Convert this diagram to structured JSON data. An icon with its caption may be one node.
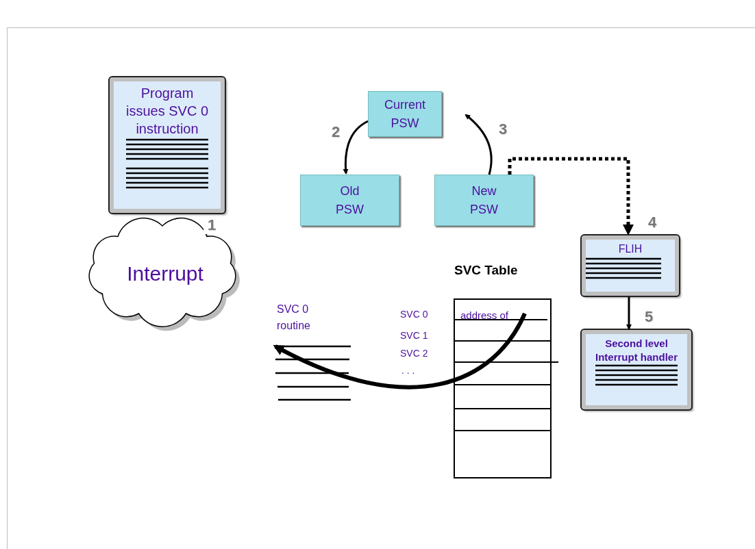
{
  "diagram": {
    "nodes": [
      {
        "text": [
          "Program issues SVC 0 instruction"
        ]
      },
      {
        "text": [
          "Interrupt"
        ]
      },
      {
        "text": [
          "Current PSW"
        ]
      },
      {
        "text": [
          "Old PSW"
        ]
      },
      {
        "text": [
          "New PSW"
        ]
      },
      {
        "text": [
          "FLIH"
        ]
      },
      {
        "text": [
          "Second level Interrupt handler"
        ]
      },
      {
        "text": [
          "SVC Table",
          "address of"
        ]
      },
      {
        "text": [
          "SVC 0 routine"
        ]
      }
    ],
    "edges": [
      {
        "from": 2,
        "to": 3,
        "arrow": "to",
        "label": "2"
      },
      {
        "from": 4,
        "to": 2,
        "arrow": "to",
        "label": "3"
      },
      {
        "from": 4,
        "to": 5,
        "arrow": "to",
        "label": "4",
        "style": "dashed"
      },
      {
        "from": 5,
        "to": 6,
        "arrow": "to",
        "label": "5"
      },
      {
        "from": 7,
        "to": 8,
        "arrow": "to",
        "style": "thick"
      }
    ],
    "labels": [
      "1",
      "SVC 0",
      "SVC 1",
      "SVC 2",
      ". . ."
    ]
  }
}
